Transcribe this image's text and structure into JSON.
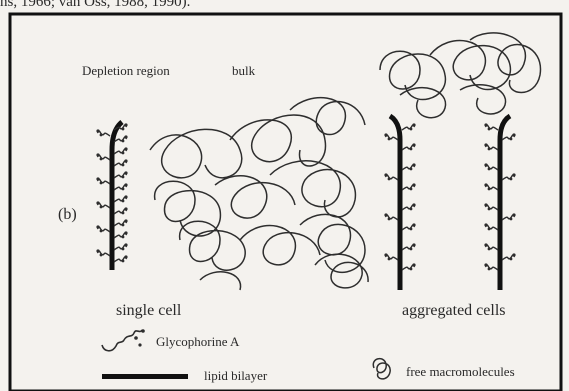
{
  "header_fragment": "ns, 1966; van Oss, 1988, 1990).",
  "figure": {
    "panel_label": "(b)",
    "depletion_label": "Depletion region",
    "bulk_label": "bulk",
    "single_cell_caption": "single cell",
    "aggregated_caption": "aggregated cells",
    "legend": {
      "glycophorin": "Glycophorine A",
      "lipid": "lipid bilayer",
      "macromolecules": "free macromolecules"
    }
  },
  "colors": {
    "ink": "#2e2e2e",
    "frame": "#111111",
    "paper": "#f4f2ee"
  }
}
